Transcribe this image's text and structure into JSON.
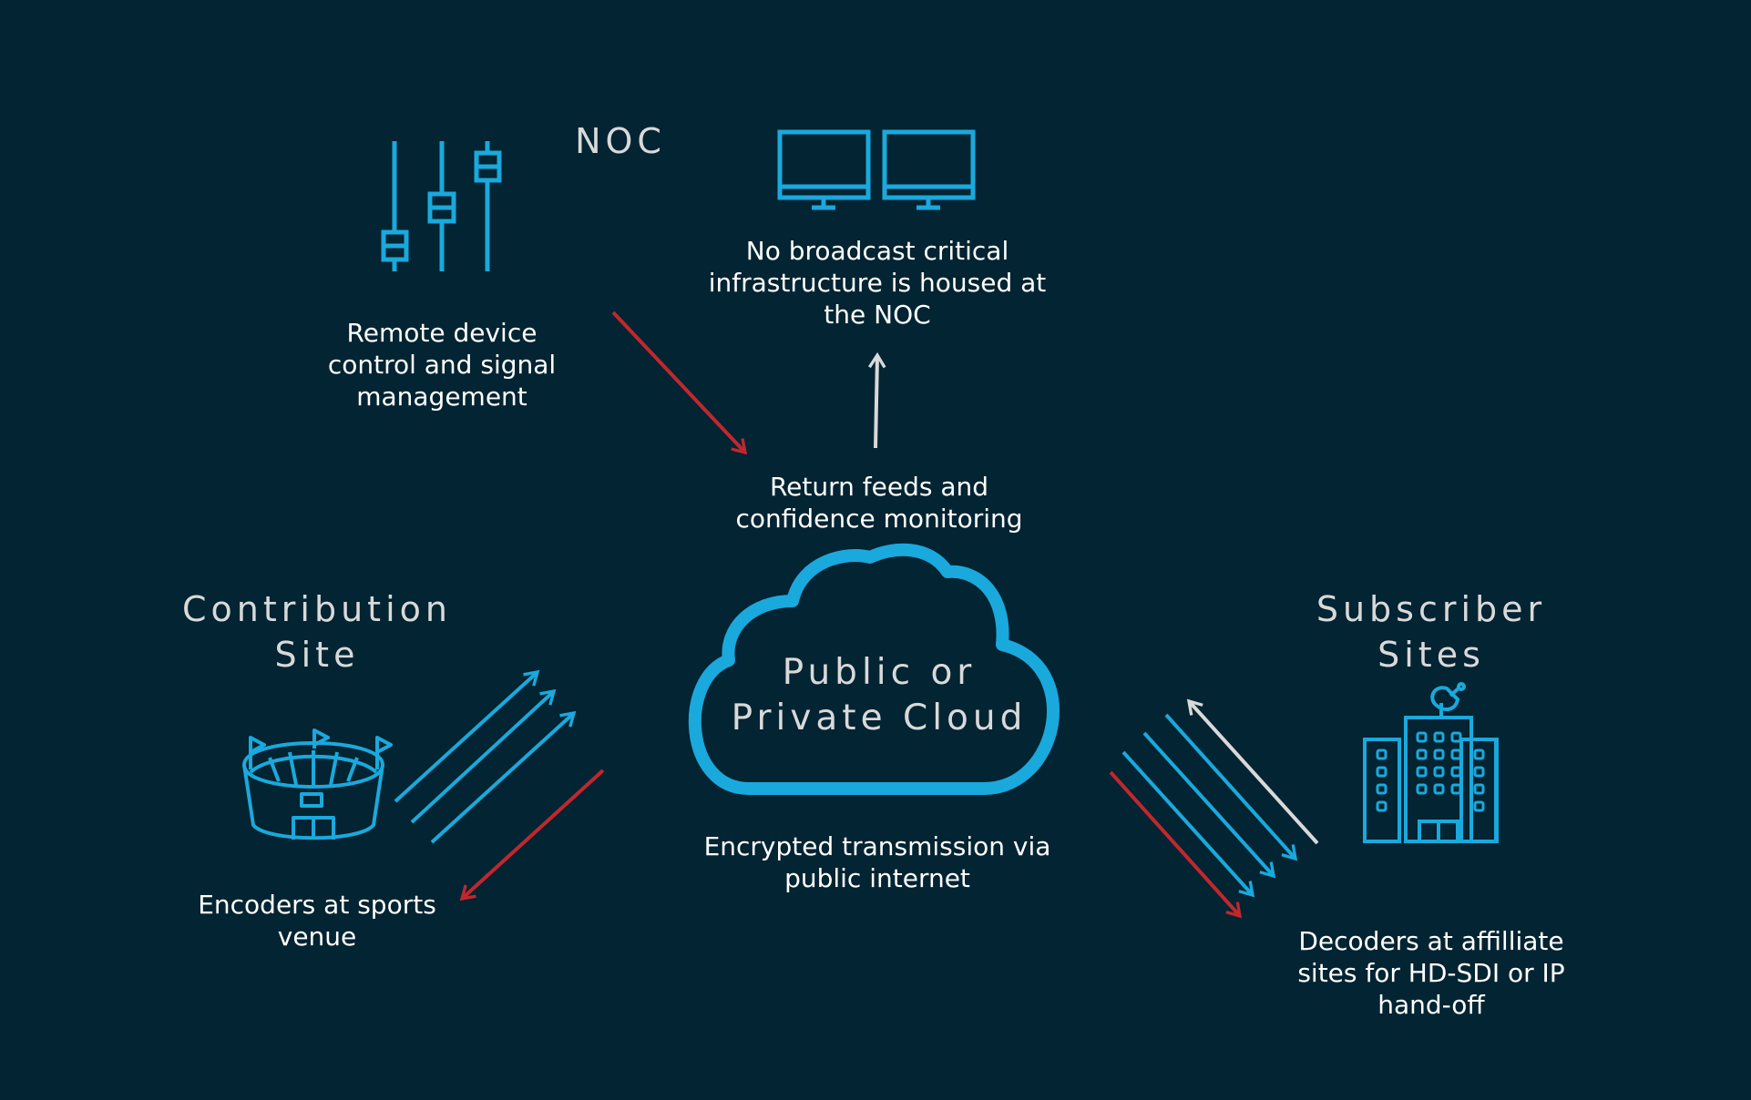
{
  "colors": {
    "background": "#032432",
    "accent_blue": "#1aa9dc",
    "arrow_red": "#c1272d",
    "arrow_white": "#d9d9d9",
    "text": "#ffffff",
    "heading": "#d9d9d9"
  },
  "noc": {
    "title": "NOC",
    "control_caption": "Remote device\ncontrol and signal\nmanagement",
    "monitor_caption": "No broadcast critical\ninfrastructure is housed at\nthe NOC",
    "control_icon": "sliders-icon",
    "monitor_icon": "monitors-icon"
  },
  "center": {
    "return_caption": "Return feeds and\nconfidence monitoring",
    "cloud_label": "Public or\nPrivate Cloud",
    "transmission_caption": "Encrypted transmission via\npublic internet",
    "cloud_icon": "cloud-icon"
  },
  "contribution": {
    "title": "Contribution\nSite",
    "caption": "Encoders at sports\nvenue",
    "icon": "stadium-icon"
  },
  "subscriber": {
    "title": "Subscriber\nSites",
    "caption": "Decoders at affilliate\nsites for HD-SDI or IP\nhand-off",
    "icon": "building-icon"
  }
}
